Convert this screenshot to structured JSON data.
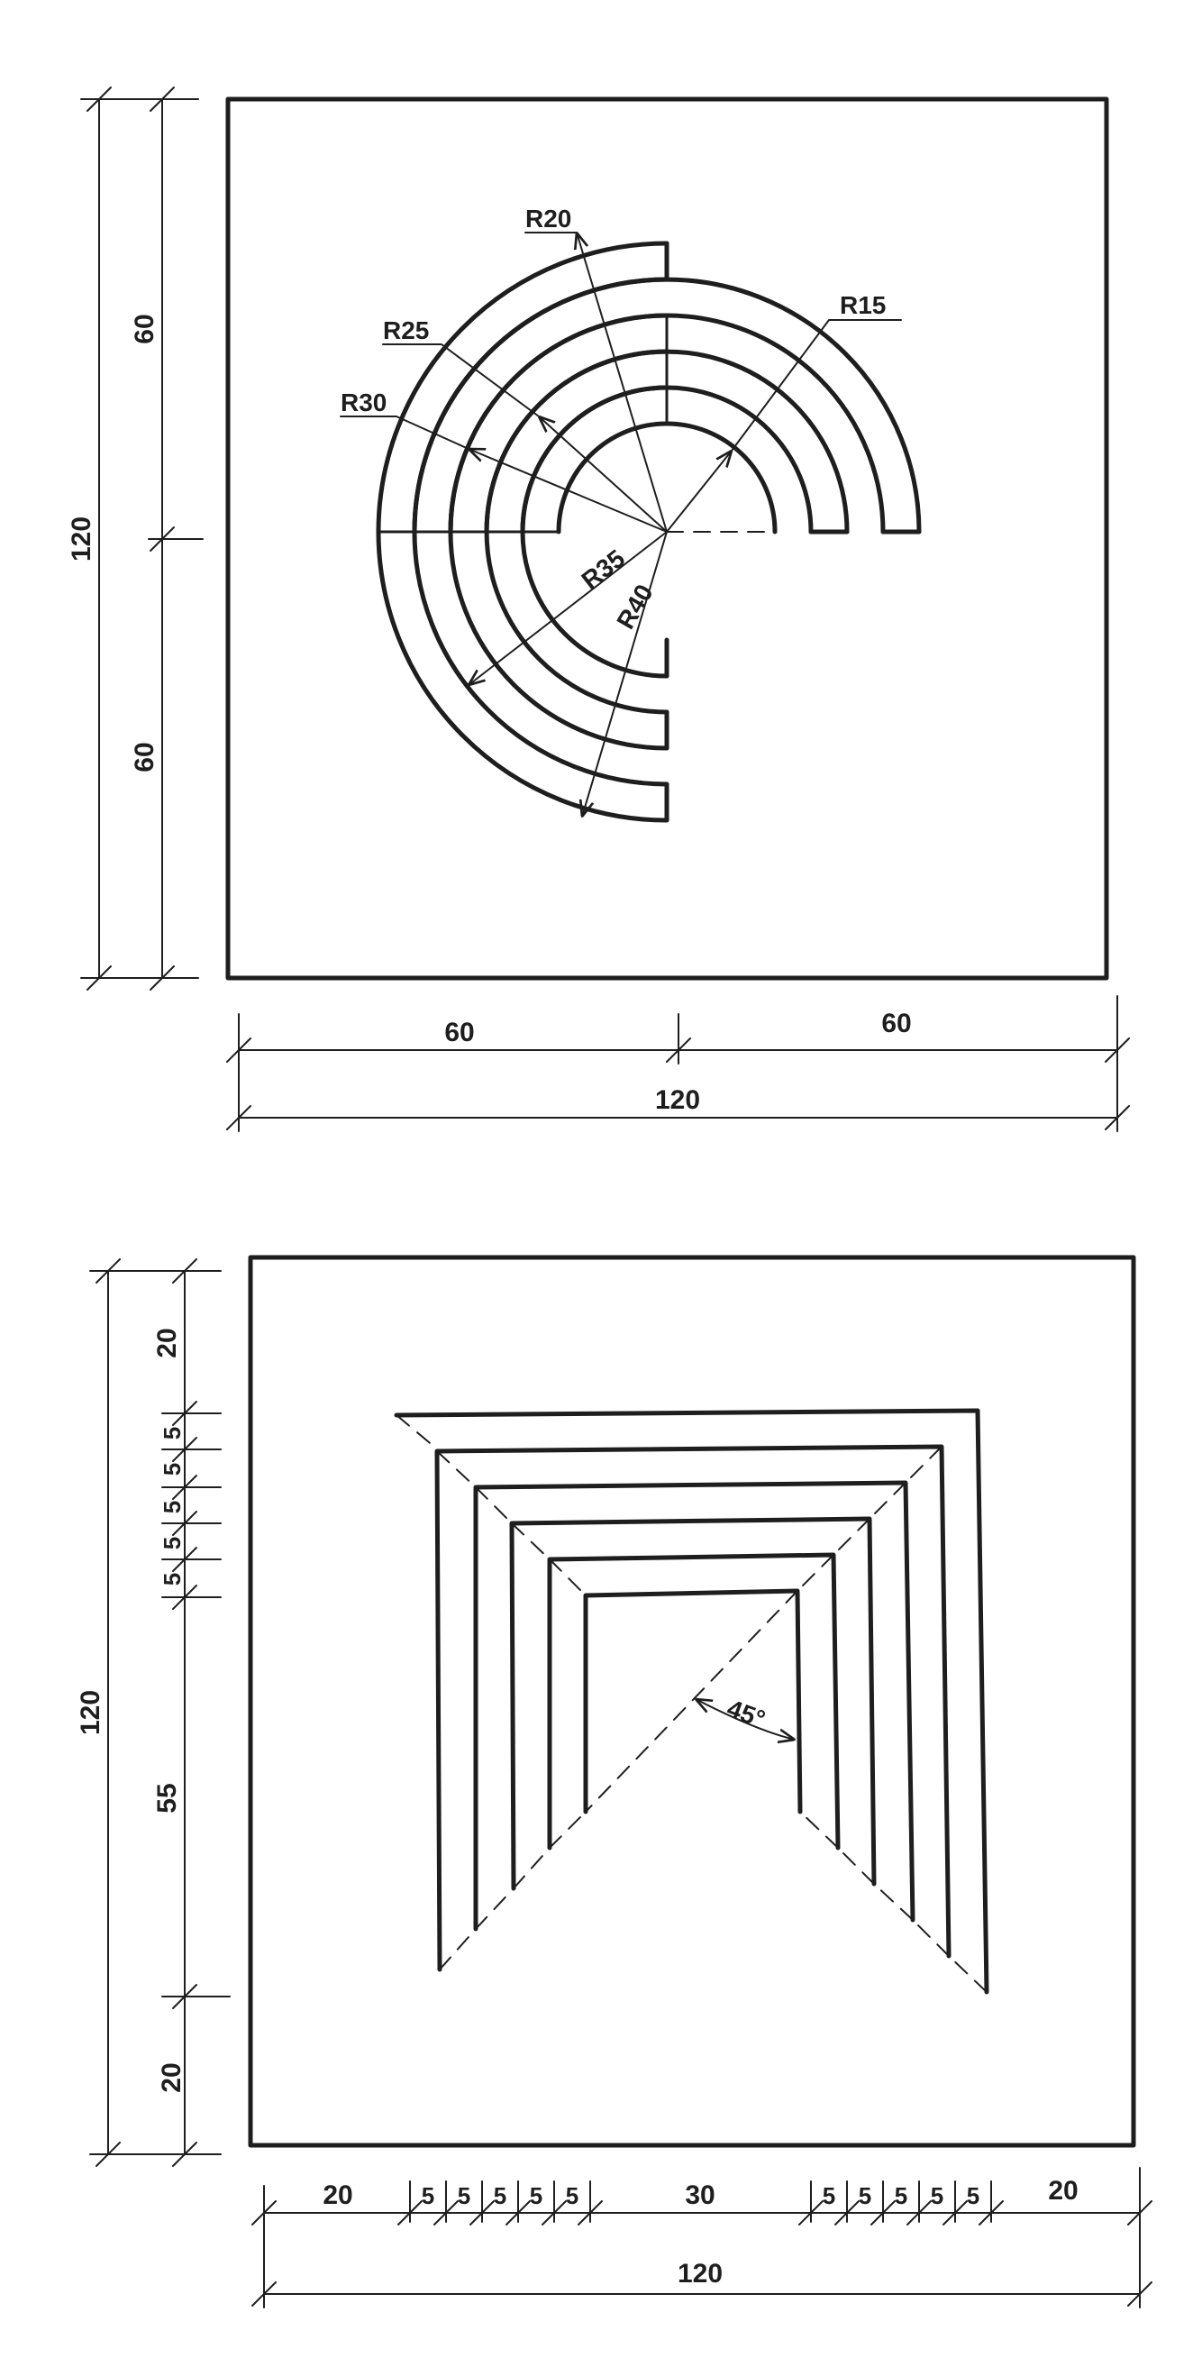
{
  "drawing_top": {
    "radius_labels": [
      "R20",
      "R25",
      "R30",
      "R15",
      "R35",
      "R40"
    ],
    "left_dims": [
      "120",
      "60",
      "60"
    ],
    "bottom_dims": [
      "60",
      "60",
      "120"
    ]
  },
  "drawing_bottom": {
    "angle_label": "45°",
    "left_dims": [
      "120",
      "20",
      "5",
      "5",
      "5",
      "5",
      "5",
      "55",
      "20"
    ],
    "bottom_dims": [
      "20",
      "5",
      "5",
      "5",
      "5",
      "5",
      "30",
      "5",
      "5",
      "5",
      "5",
      "5",
      "20"
    ],
    "bottom_total": "120"
  },
  "colors": {
    "ink": "#1e1e1e",
    "paper": "#ffffff"
  }
}
